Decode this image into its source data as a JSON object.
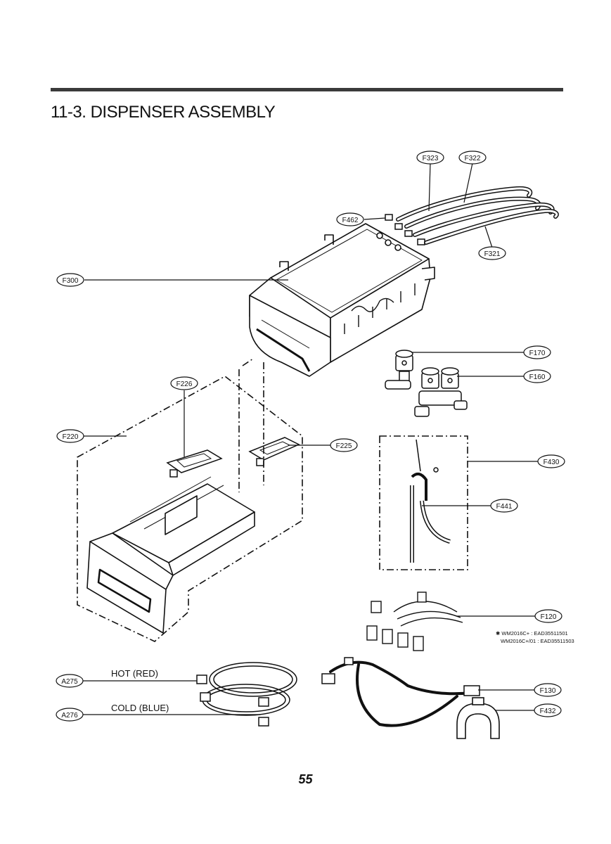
{
  "page": {
    "title": "11-3. DISPENSER ASSEMBLY",
    "page_number": "55"
  },
  "callouts": {
    "F323": "F323",
    "F322": "F322",
    "F462": "F462",
    "F321": "F321",
    "F300": "F300",
    "F170": "F170",
    "F160": "F160",
    "F226": "F226",
    "F220": "F220",
    "F225": "F225",
    "F430": "F430",
    "F441": "F441",
    "F120": "F120",
    "A275": "A275",
    "A276": "A276",
    "F130": "F130",
    "F432": "F432"
  },
  "labels": {
    "hot": "HOT (RED)",
    "cold": "COLD (BLUE)",
    "note_line1": "✱ WM2016C+ : EAD35511501",
    "note_line2": "WM2016C+/01 : EAD35511503"
  }
}
